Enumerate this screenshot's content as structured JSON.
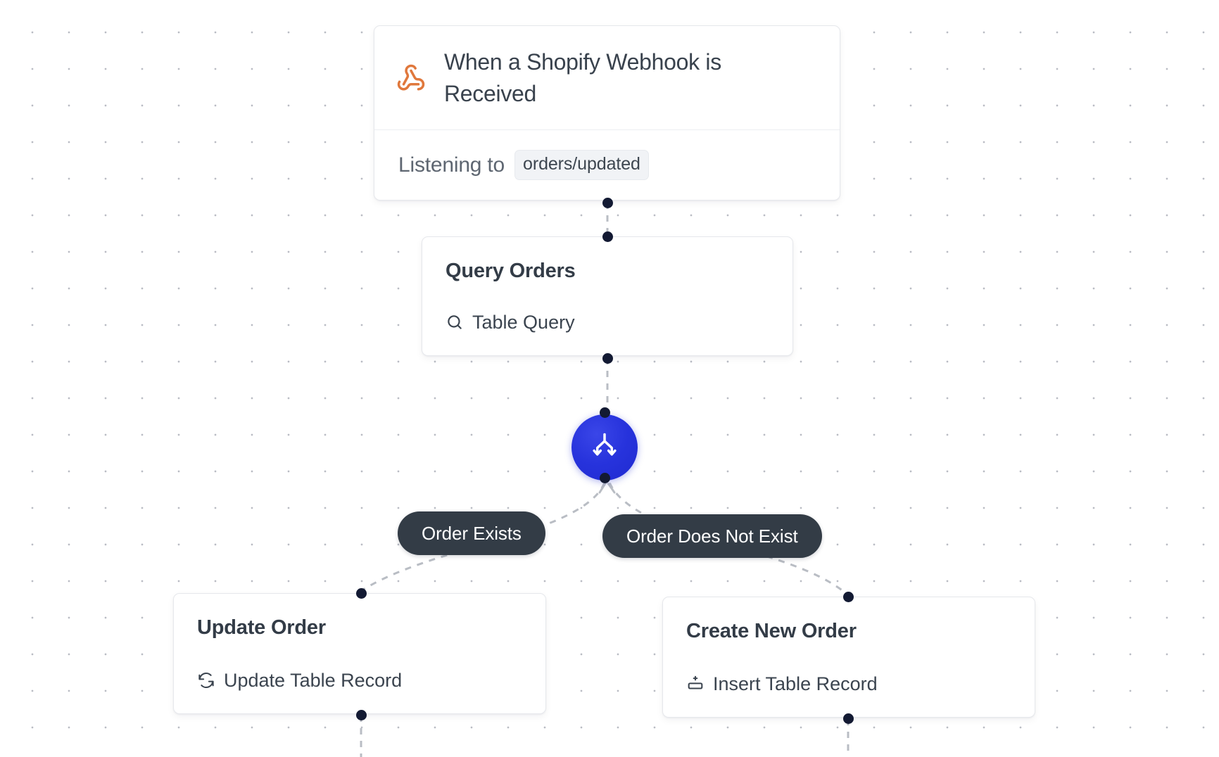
{
  "canvas": {
    "background_color": "#ffffff",
    "dot_color": "#b9bcc4",
    "edge_color": "#b9bdc4",
    "edge_style": "dashed"
  },
  "nodes": {
    "trigger": {
      "icon": "webhook-icon",
      "icon_color": "#e0783c",
      "title": "When a Shopify Webhook is Received",
      "listening_label": "Listening to",
      "topic": "orders/updated"
    },
    "query": {
      "title": "Query Orders",
      "action_icon": "search-icon",
      "action": "Table Query"
    },
    "branch": {
      "icon": "split-branch-icon",
      "color": "#2733dc",
      "icon_color": "#ffffff"
    },
    "update": {
      "title": "Update Order",
      "action_icon": "refresh-icon",
      "action": "Update Table Record"
    },
    "create": {
      "title": "Create New Order",
      "action_icon": "insert-row-icon",
      "action": "Insert Table Record"
    }
  },
  "branch_labels": {
    "true_label": "Order Exists",
    "false_label": "Order Does Not Exist",
    "pill_color": "#333c46",
    "pill_text_color": "#ffffff"
  }
}
